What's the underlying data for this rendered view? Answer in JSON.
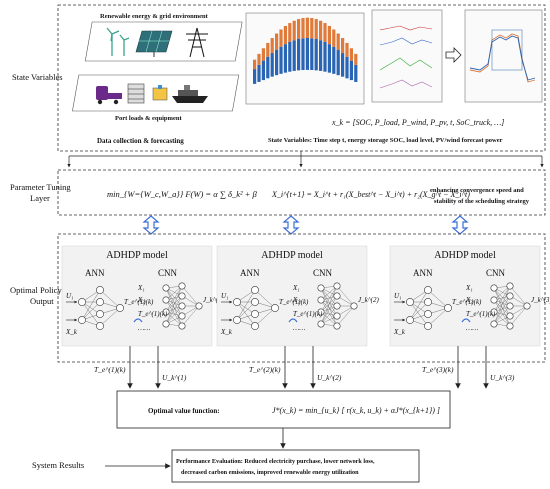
{
  "labels": {
    "state_variables": "State Variables",
    "parameter_tuning_line1": "Parameter Tuning",
    "parameter_tuning_line2": "Layer",
    "optimal_policy_line1": "Optimal Policy",
    "optimal_policy_line2": "Output",
    "system_results": "System Results"
  },
  "state_panel": {
    "renewable_title": "Renewable energy & grid environment",
    "port_title": "Port loads & equipment",
    "collection_caption": "Data collection & forecasting",
    "state_vector": "x_k = [SOC, P_load, P_wind, P_pv, t, SoC_truck, …]",
    "state_caption": "State Variables: Time step t, energy storage SOC, load level, PV/wind forecast power"
  },
  "tuning_panel": {
    "objective": "min_{W={W_c,W_a}} F(W) = α ∑ δ_k² + β",
    "pso_update": "X_i^{t+1} = X_i^t + r₁(X_best^t − X_i^t) + r₂(X_g^t − X_i^t)",
    "note_line1": "enhancing convergence speed and",
    "note_line2": "stability of the scheduling strategy"
  },
  "policy_panel": {
    "models": [
      {
        "title": "ADHDP model",
        "ann": "ANN",
        "cnn": "CNN",
        "u_in": "U₁",
        "x_in": "X_k",
        "t_out": "T_e^(1)(k)",
        "cnn_inputs": [
          "X₁",
          "X₂",
          "T_e^(1)(k)",
          "……"
        ],
        "j_out": "J_k^(1)",
        "arrow_t": "T_e^(1)(k)",
        "arrow_u": "U_k^(1)"
      },
      {
        "title": "ADHDP model",
        "ann": "ANN",
        "cnn": "CNN",
        "u_in": "U₁",
        "x_in": "X_k",
        "t_out": "T_e^(1)(k)",
        "cnn_inputs": [
          "X₁",
          "X₂",
          "T_e^(1)(k)",
          "……"
        ],
        "j_out": "J_k^(2)",
        "arrow_t": "T_e^(2)(k)",
        "arrow_u": "U_k^(2)"
      },
      {
        "title": "ADHDP model",
        "ann": "ANN",
        "cnn": "CNN",
        "u_in": "U₁",
        "x_in": "X_k",
        "t_out": "T_e^(1)(k)",
        "cnn_inputs": [
          "X₁",
          "X₂",
          "T_e^(1)(k)",
          "……"
        ],
        "j_out": "J_k^(3)",
        "arrow_t": "T_e^(3)(k)",
        "arrow_u": "U_k^(3)"
      }
    ]
  },
  "value_function": {
    "label": "Optimal value function:",
    "formula": "J*(x_k) = min_{u_k} [ r(x_k, u_k) + αJ*(x_{k+1}) ]"
  },
  "results_box": {
    "line1": "Performance Evaluation: Reduced electricity purchase, lower network loss,",
    "line2": "decreased carbon emissions, improved renewable energy utilization"
  },
  "colors": {
    "arrow_blue": "#3b6fd6",
    "outline": "#333333",
    "ann_node": "#ffffff",
    "chart_blue": "#2a64b4",
    "chart_orange": "#e07a3a"
  }
}
